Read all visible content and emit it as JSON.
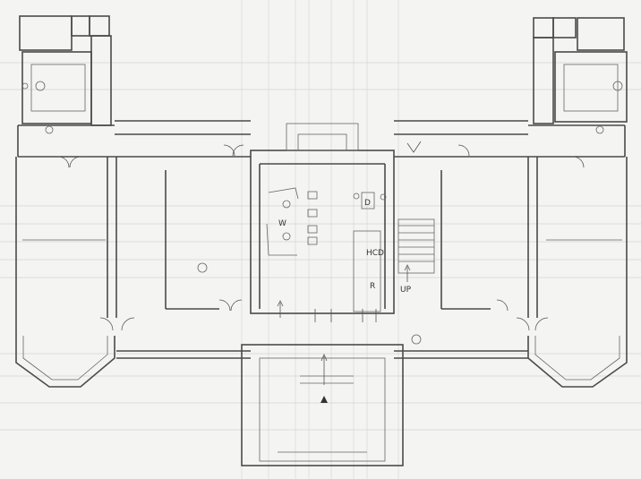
{
  "labels": {
    "w": "W",
    "hcd": "HCD",
    "r": "R",
    "up": "UP",
    "d": "D"
  },
  "colors": {
    "paper": "#f4f4f2",
    "ink": "#4a4a4a",
    "grid": "#d6d6d6"
  }
}
